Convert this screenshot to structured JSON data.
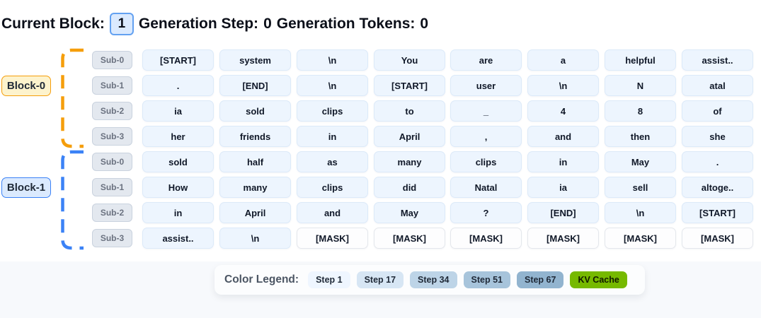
{
  "header": {
    "current_block_label": "Current Block:",
    "current_block_value": "1",
    "generation_step_label": "Generation Step:",
    "generation_step_value": "0",
    "generation_tokens_label": "Generation Tokens:",
    "generation_tokens_value": "0"
  },
  "blocks": [
    {
      "label": "Block-0",
      "accent_color": "#f59e0b",
      "chip_bg": "#fdf3cd",
      "rows": [
        {
          "label": "Sub-0",
          "tokens": [
            "[START]",
            "system",
            "\\n",
            "You",
            "are",
            "a",
            "helpful",
            "assist.."
          ]
        },
        {
          "label": "Sub-1",
          "tokens": [
            ".",
            "[END]",
            "\\n",
            "[START]",
            "user",
            "\\n",
            "N",
            "atal"
          ]
        },
        {
          "label": "Sub-2",
          "tokens": [
            "ia",
            "sold",
            "clips",
            "to",
            "_",
            "4",
            "8",
            "of"
          ]
        },
        {
          "label": "Sub-3",
          "tokens": [
            "her",
            "friends",
            "in",
            "April",
            ",",
            "and",
            "then",
            "she"
          ]
        }
      ]
    },
    {
      "label": "Block-1",
      "accent_color": "#3b82f6",
      "chip_bg": "#dbeafe",
      "rows": [
        {
          "label": "Sub-0",
          "tokens": [
            "sold",
            "half",
            "as",
            "many",
            "clips",
            "in",
            "May",
            "."
          ]
        },
        {
          "label": "Sub-1",
          "tokens": [
            "How",
            "many",
            "clips",
            "did",
            "Natal",
            "ia",
            "sell",
            "altoge.."
          ]
        },
        {
          "label": "Sub-2",
          "tokens": [
            "in",
            "April",
            "and",
            "May",
            "?",
            "[END]",
            "\\n",
            "[START]"
          ]
        },
        {
          "label": "Sub-3",
          "tokens": [
            "assist..",
            "\\n",
            "[MASK]",
            "[MASK]",
            "[MASK]",
            "[MASK]",
            "[MASK]",
            "[MASK]"
          ]
        }
      ]
    }
  ],
  "legend": {
    "title": "Color Legend:",
    "items": [
      {
        "label": "Step 1",
        "color": "#eff6ff",
        "text_color": "#1f2937"
      },
      {
        "label": "Step 17",
        "color": "#d7e6f4",
        "text_color": "#1f2937"
      },
      {
        "label": "Step 34",
        "color": "#bdd4e7",
        "text_color": "#1f2937"
      },
      {
        "label": "Step 51",
        "color": "#a7c4db",
        "text_color": "#1f2937"
      },
      {
        "label": "Step 67",
        "color": "#92b4cf",
        "text_color": "#1f2937"
      },
      {
        "label": "KV Cache",
        "color": "#76b900",
        "text_color": "#101800"
      }
    ]
  }
}
